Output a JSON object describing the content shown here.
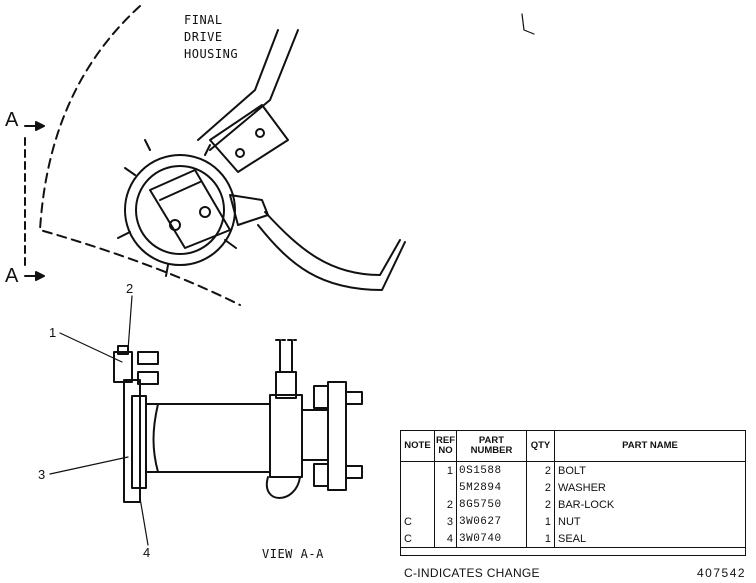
{
  "drawing": {
    "housing_label_lines": [
      "FINAL",
      "DRIVE",
      "HOUSING"
    ],
    "section_marker": "A",
    "view_label": "VIEW A-A",
    "callouts": [
      "1",
      "2",
      "3",
      "4"
    ]
  },
  "parts_table": {
    "headers": {
      "note": "NOTE",
      "ref_no": "REF NO",
      "part_number": "PART NUMBER",
      "qty": "QTY",
      "part_name": "PART NAME"
    },
    "rows": [
      {
        "note": "",
        "ref_no": "1",
        "part_number": "0S1588",
        "qty": "2",
        "part_name": "BOLT"
      },
      {
        "note": "",
        "ref_no": "",
        "part_number": "5M2894",
        "qty": "2",
        "part_name": "WASHER"
      },
      {
        "note": "",
        "ref_no": "2",
        "part_number": "8G5750",
        "qty": "2",
        "part_name": "BAR-LOCK"
      },
      {
        "note": "C",
        "ref_no": "3",
        "part_number": "3W0627",
        "qty": "1",
        "part_name": "NUT"
      },
      {
        "note": "C",
        "ref_no": "4",
        "part_number": "3W0740",
        "qty": "1",
        "part_name": "SEAL"
      }
    ]
  },
  "footnote": "C-INDICATES CHANGE",
  "document_number": "407542"
}
